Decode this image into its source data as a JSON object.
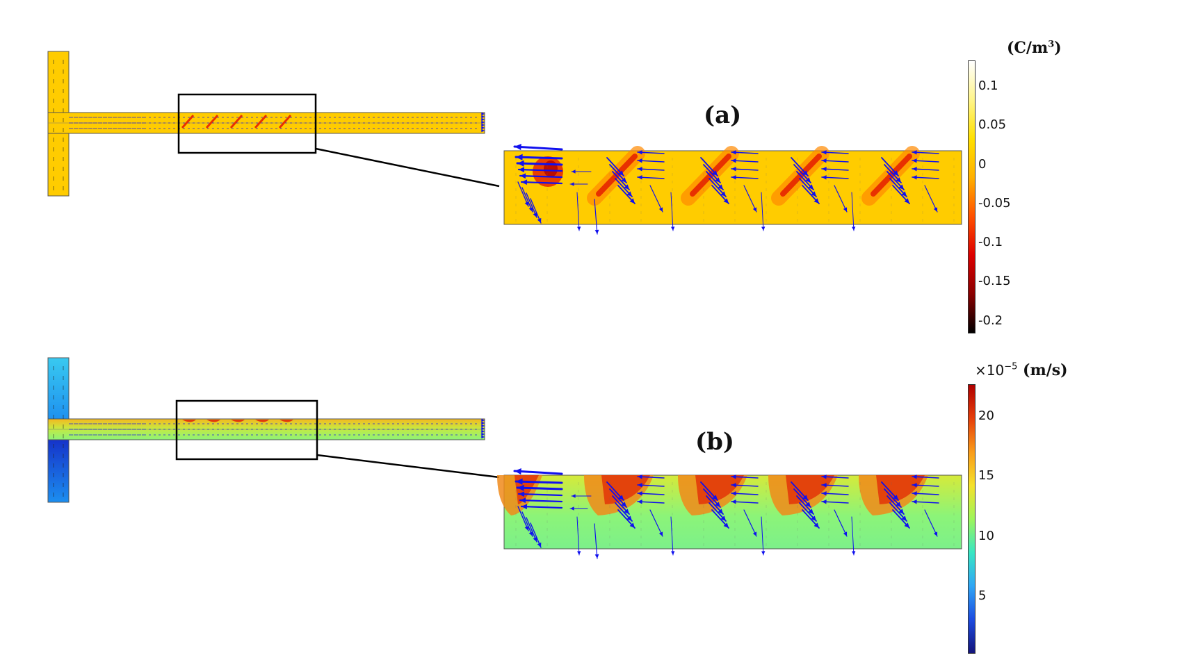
{
  "panels": [
    {
      "label": "(a)",
      "colorbar": {
        "unit_text": "(C/m",
        "unit_sup": "3",
        "unit_close": ")",
        "ticks": [
          "0.1",
          "0.05",
          "0",
          "-0.05",
          "-0.1",
          "-0.15",
          "-0.2"
        ],
        "stops": [
          "#ffffff",
          "#fff58a",
          "#ffe000",
          "#ffb000",
          "#ff5000",
          "#dd0000",
          "#8a0000",
          "#000000"
        ]
      },
      "colors": {
        "background": "#ffcc00",
        "streak": "#e83000",
        "streak_core": "#b00000",
        "arrow": "#1010ee"
      }
    },
    {
      "label": "(b)",
      "colorbar": {
        "unit_prefix": "×10",
        "unit_exp": "−5",
        "unit_text": " (m/s)",
        "ticks": [
          "20",
          "15",
          "10",
          "5"
        ],
        "stops": [
          "#b00000",
          "#e53e0a",
          "#f99b1a",
          "#f5e12b",
          "#9ef55a",
          "#38e6c3",
          "#2fa6f5",
          "#1c4be0",
          "#14147a"
        ]
      },
      "colors": {
        "background": "#8cf478",
        "top_band": "#f5b81f",
        "hot": "#e23a0a",
        "inlet_left": "#1c8ef0",
        "arrow": "#1010ee"
      }
    }
  ]
}
